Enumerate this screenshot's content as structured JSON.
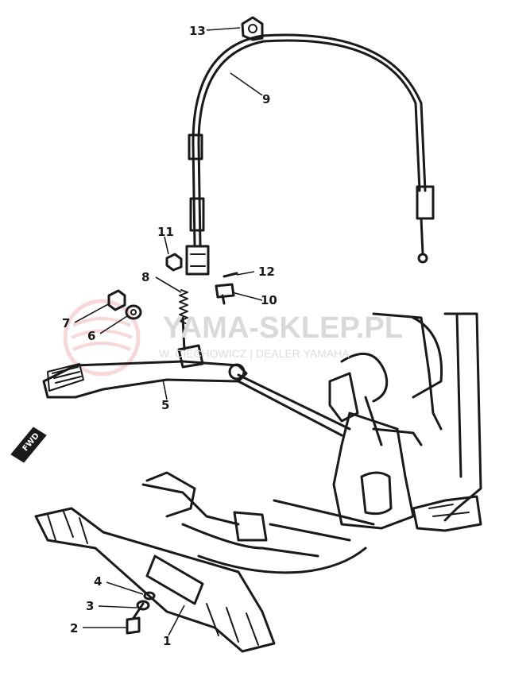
{
  "watermark": {
    "brand": "YAMA-SKLEP.PL",
    "subtitle": "W. CIECHOWICZ | DEALER YAMAHA",
    "logo_color": "#f2b8b8"
  },
  "fwd_label": "FWD",
  "callouts": [
    {
      "id": "1",
      "label": "1"
    },
    {
      "id": "2",
      "label": "2"
    },
    {
      "id": "3",
      "label": "3"
    },
    {
      "id": "4",
      "label": "4"
    },
    {
      "id": "5",
      "label": "5"
    },
    {
      "id": "6",
      "label": "6"
    },
    {
      "id": "7",
      "label": "7"
    },
    {
      "id": "8",
      "label": "8"
    },
    {
      "id": "9",
      "label": "9"
    },
    {
      "id": "10",
      "label": "10"
    },
    {
      "id": "11",
      "label": "11"
    },
    {
      "id": "12",
      "label": "12"
    },
    {
      "id": "13",
      "label": "13"
    }
  ]
}
